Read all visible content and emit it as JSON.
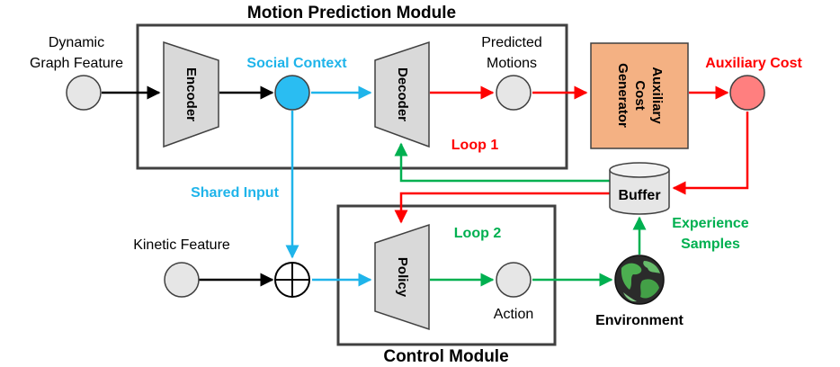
{
  "colors": {
    "black": "#000000",
    "blue": "#1FB4EA",
    "red": "#FF0000",
    "green": "#00B050",
    "node_gray": "#E6E6E6",
    "block_gray": "#D9D9D9",
    "cost_fill": "#F4B183",
    "social_node": "#2ABDF2",
    "cost_node": "#FF7F7F"
  },
  "modules": {
    "motion_title": "Motion Prediction Module",
    "control_title": "Control Module"
  },
  "inputs": {
    "dynamic_line1": "Dynamic",
    "dynamic_line2": "Graph Feature",
    "kinetic": "Kinetic Feature"
  },
  "blocks": {
    "encoder": "Encoder",
    "decoder": "Decoder",
    "policy": "Policy",
    "cost_line1": "Auxiliary",
    "cost_line2": "Cost",
    "cost_line3": "Generator",
    "buffer": "Buffer"
  },
  "labels": {
    "social_context": "Social Context",
    "predicted_line1": "Predicted",
    "predicted_line2": "Motions",
    "auxiliary_cost": "Auxiliary Cost",
    "loop1": "Loop 1",
    "loop2": "Loop 2",
    "shared_input": "Shared Input",
    "action": "Action",
    "environment": "Environment",
    "experience_line1": "Experience",
    "experience_line2": "Samples"
  },
  "icons": {
    "environment": "globe-icon",
    "concat": "circle-plus-icon",
    "buffer": "database-cylinder-icon"
  }
}
